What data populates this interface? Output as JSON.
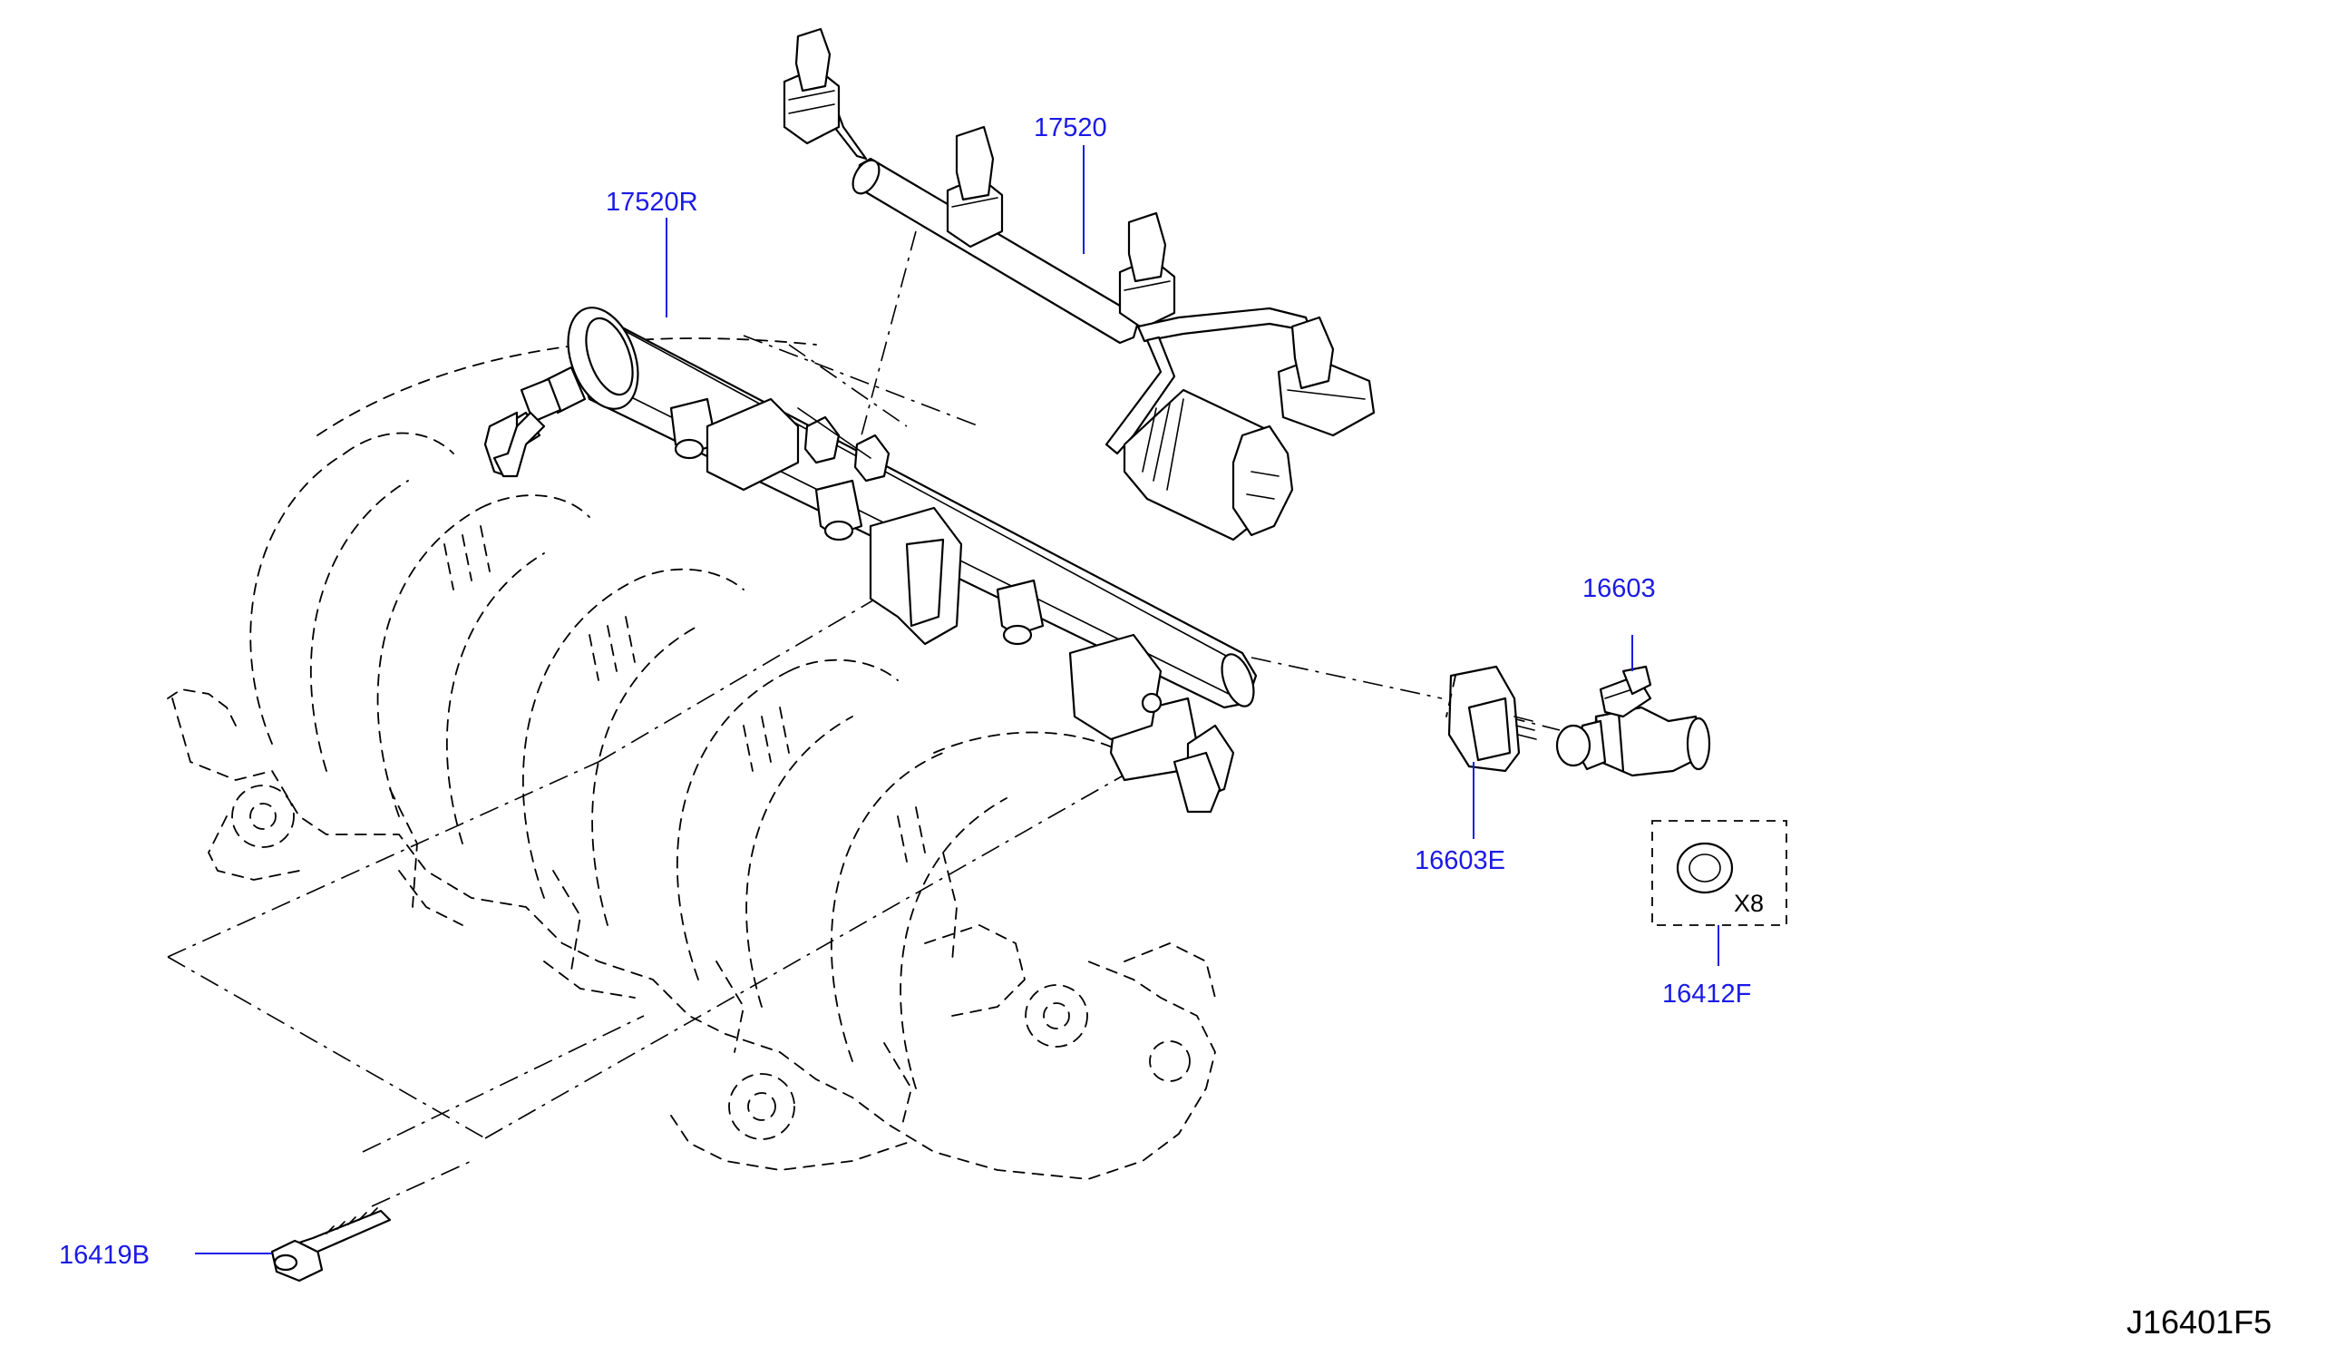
{
  "labels": {
    "fuel_tube_harness": "17520",
    "fuel_tube_assembly": "17520R",
    "fuel_injector": "16603",
    "injector_clip": "16603E",
    "injector_seal": "16412F",
    "seal_quantity": "X8",
    "bolt": "16419B"
  },
  "diagram_code": "J16401F5",
  "colors": {
    "callout": "#1a1ae6",
    "line": "#000000",
    "background": "#ffffff"
  }
}
